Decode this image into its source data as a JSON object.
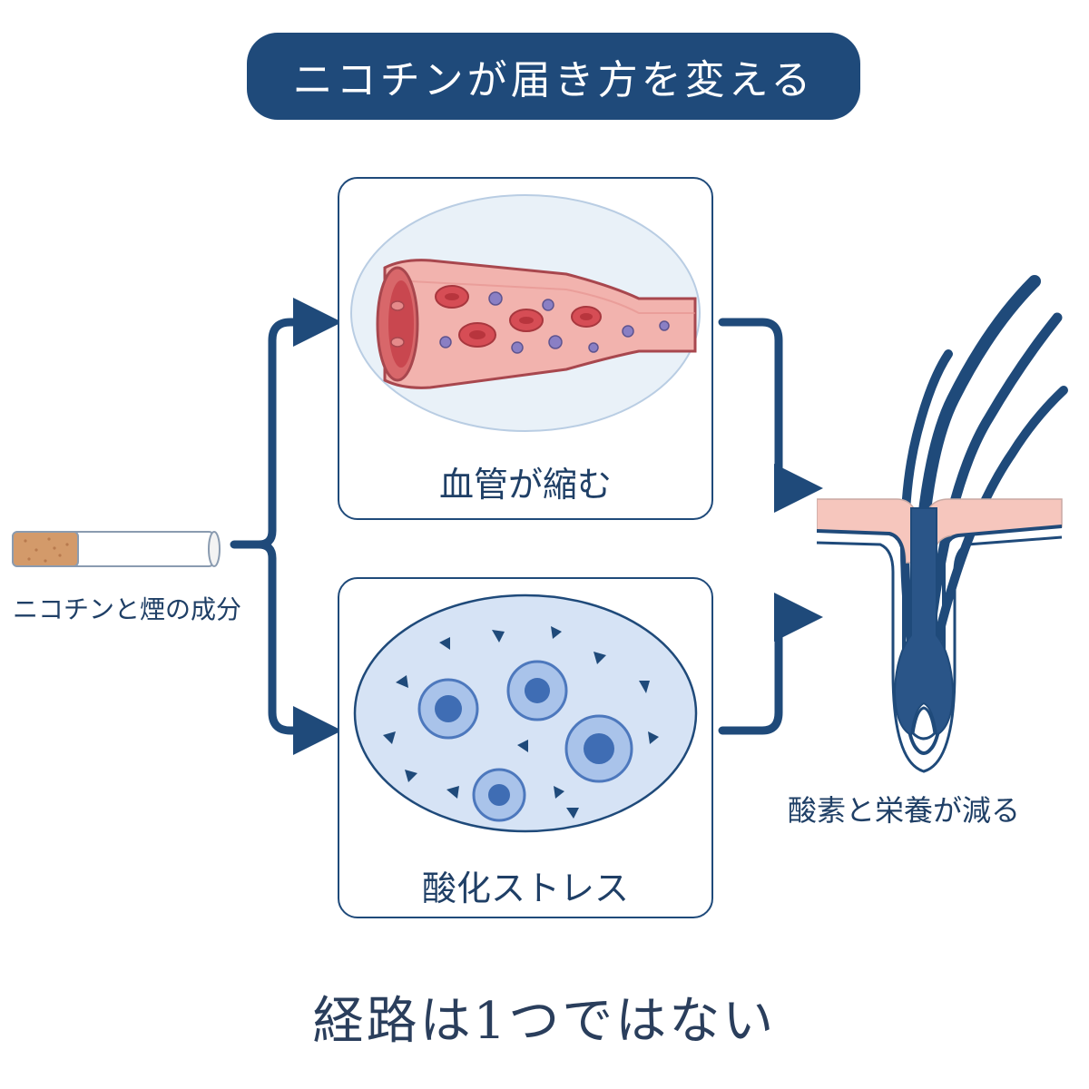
{
  "title": "ニコチンが届き方を変える",
  "source": {
    "label": "ニコチンと煙の成分",
    "icon": "cigarette-icon"
  },
  "paths": [
    {
      "label": "血管が縮む",
      "icon": "constricted-blood-vessel-icon"
    },
    {
      "label": "酸化ストレス",
      "icon": "oxidative-stress-cells-icon"
    }
  ],
  "outcome": {
    "label": "酸素と栄養が減る",
    "icon": "hair-follicle-icon"
  },
  "conclusion": "経路は1つではない",
  "colors": {
    "navy": "#1f4a7a",
    "vessel_red": "#c9474f",
    "vessel_pink": "#f2b9b5",
    "cell_blue": "#6f97d6",
    "skin": "#f6c6bd"
  }
}
